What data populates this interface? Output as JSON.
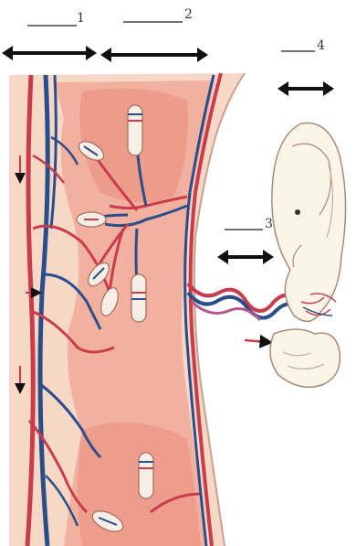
{
  "labels": {
    "l1": "1",
    "l2": "2",
    "l3": "3",
    "l4": "4"
  },
  "colors": {
    "artery": "#c83c4c",
    "vein": "#2a4e8c",
    "tissue_light": "#f7d8c6",
    "tissue_pink": "#f1aa98",
    "tissue_deep": "#ea8878",
    "arrow": "#111111",
    "embryo_fill": "#fbf5e8",
    "embryo_line": "#a88a78"
  }
}
